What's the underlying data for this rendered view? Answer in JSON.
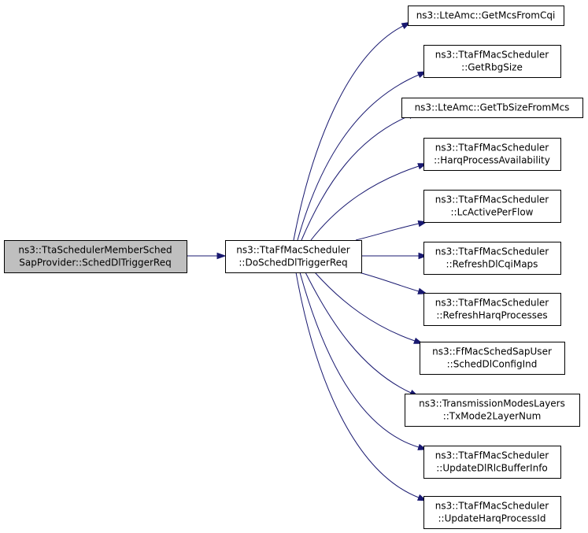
{
  "colors": {
    "edge": "#191970",
    "node_fill": "#ffffff",
    "root_fill": "#bfbfbf",
    "node_border": "#000000"
  },
  "nodes": {
    "root": {
      "lines": [
        "ns3::TtaSchedulerMemberSched",
        "SapProvider::SchedDlTriggerReq"
      ],
      "highlighted": true
    },
    "center": {
      "lines": [
        "ns3::TtaFfMacScheduler",
        "::DoSchedDlTriggerReq"
      ]
    },
    "get_mcs_from_cqi": {
      "lines": [
        "ns3::LteAmc::GetMcsFromCqi"
      ]
    },
    "get_rbg_size": {
      "lines": [
        "ns3::TtaFfMacScheduler",
        "::GetRbgSize"
      ]
    },
    "get_tb_size_from_mcs": {
      "lines": [
        "ns3::LteAmc::GetTbSizeFromMcs"
      ]
    },
    "harq_process_availability": {
      "lines": [
        "ns3::TtaFfMacScheduler",
        "::HarqProcessAvailability"
      ]
    },
    "lc_active_per_flow": {
      "lines": [
        "ns3::TtaFfMacScheduler",
        "::LcActivePerFlow"
      ]
    },
    "refresh_dl_cqi_maps": {
      "lines": [
        "ns3::TtaFfMacScheduler",
        "::RefreshDlCqiMaps"
      ]
    },
    "refresh_harq_processes": {
      "lines": [
        "ns3::TtaFfMacScheduler",
        "::RefreshHarqProcesses"
      ]
    },
    "sched_dl_config_ind": {
      "lines": [
        "ns3::FfMacSchedSapUser",
        "::SchedDlConfigInd"
      ]
    },
    "tx_mode_2_layer_num": {
      "lines": [
        "ns3::TransmissionModesLayers",
        "::TxMode2LayerNum"
      ]
    },
    "update_dl_rlc_buffer_info": {
      "lines": [
        "ns3::TtaFfMacScheduler",
        "::UpdateDlRlcBufferInfo"
      ]
    },
    "update_harq_process_id": {
      "lines": [
        "ns3::TtaFfMacScheduler",
        "::UpdateHarqProcessId"
      ]
    }
  },
  "edges": [
    {
      "from": "root",
      "to": "center"
    },
    {
      "from": "center",
      "to": "get_mcs_from_cqi"
    },
    {
      "from": "center",
      "to": "get_rbg_size"
    },
    {
      "from": "center",
      "to": "get_tb_size_from_mcs"
    },
    {
      "from": "center",
      "to": "harq_process_availability"
    },
    {
      "from": "center",
      "to": "lc_active_per_flow"
    },
    {
      "from": "center",
      "to": "refresh_dl_cqi_maps"
    },
    {
      "from": "center",
      "to": "refresh_harq_processes"
    },
    {
      "from": "center",
      "to": "sched_dl_config_ind"
    },
    {
      "from": "center",
      "to": "tx_mode_2_layer_num"
    },
    {
      "from": "center",
      "to": "update_dl_rlc_buffer_info"
    },
    {
      "from": "center",
      "to": "update_harq_process_id"
    }
  ]
}
